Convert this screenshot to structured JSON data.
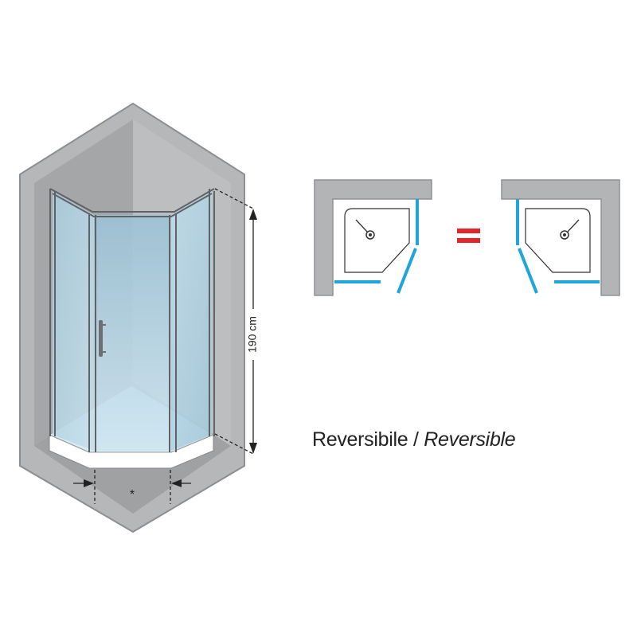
{
  "dimension": {
    "height_label": "190 cm",
    "width_label": "*"
  },
  "caption": {
    "primary": "Reversibile",
    "separator": " / ",
    "secondary": "Reversible"
  },
  "equals_sign": "=",
  "colors": {
    "wall": "#b2b4b6",
    "wall_edge": "#8e9093",
    "glass": "#a9cfe2",
    "glass_dark": "#7fa9c2",
    "profile_blue": "#1fa5d8",
    "equals_red": "#e3262c",
    "tray": "#ffffff"
  }
}
